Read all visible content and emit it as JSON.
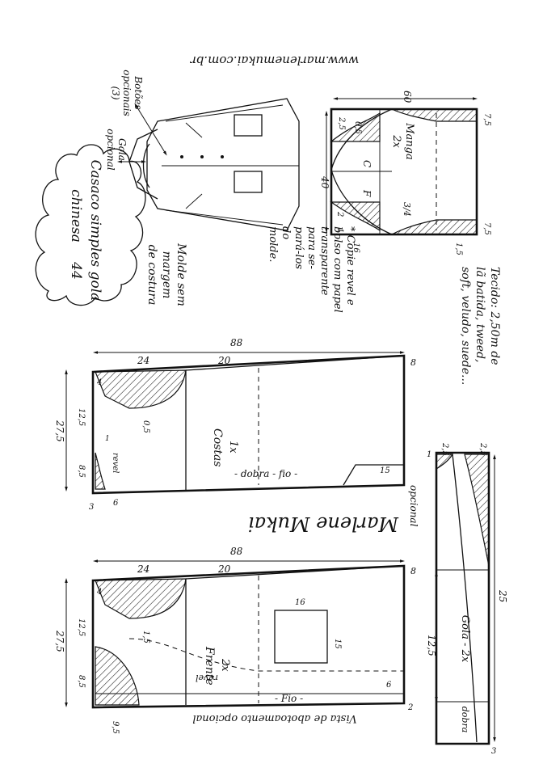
{
  "title": {
    "line1": "Casaco simples gola",
    "line2": "chinesa",
    "size": "44"
  },
  "website": "www.marlenemukai.com.br",
  "notes": {
    "molde": [
      "Molde sem",
      "margem",
      "de costura"
    ],
    "copie": [
      "* Copie revel e",
      "bolso com papel",
      "transparente",
      "para se-",
      "pará-los",
      "do",
      "molde."
    ],
    "tecido": [
      "Tecido: 2,50m de",
      "lã batida, tweed,",
      "soft, veludo, suede..."
    ]
  },
  "illustration": {
    "gola_label": [
      "Gola",
      "opcional"
    ],
    "botoes_label": [
      "Botões",
      "opcionais",
      "(3)"
    ]
  },
  "manga": {
    "name": "Manga",
    "count": "2x",
    "labels": {
      "c": "C",
      "f": "F"
    },
    "dims": {
      "width": "40",
      "length": "60",
      "cap_top": "2,5",
      "cap_mid": "0,5",
      "cap_f": "2",
      "cap_low": "1",
      "bottom": "16",
      "hem_side": "1,5",
      "cuff_a": "7,5",
      "cuff_b": "7,5",
      "quarter": "3/4"
    }
  },
  "costas": {
    "name": "Costas",
    "count": "1x",
    "labels": {
      "dobra": "- dobra - fio -",
      "revel": "revel",
      "opcional": "opcional"
    },
    "dims": {
      "width": "24",
      "length": "88",
      "top": "27,5",
      "seg_a": "12,5",
      "seg_b": "8,5",
      "neck": "3",
      "front": "6",
      "shoulder": "4",
      "armhole": "0,5",
      "hem_in": "20",
      "hem_end": "8",
      "slit": "15",
      "small": "1"
    }
  },
  "frente": {
    "name": "Frente",
    "count": "2x",
    "labels": {
      "fio": "- Fio -",
      "revel": "revel",
      "vista": "Vista de abotoamento opcional"
    },
    "dims": {
      "width": "24",
      "length": "88",
      "top": "27,5",
      "seg_a": "12,5",
      "seg_b": "8,5",
      "neck": "9,5",
      "shoulder": "4",
      "armhole": "1,5",
      "hem_in": "20",
      "hem_end": "8",
      "pocket_w": "16",
      "pocket_h": "15",
      "pocket_in": "6",
      "edge": "2"
    }
  },
  "gola": {
    "name": "Gola - 2x",
    "labels": {
      "dobra": "dobra"
    },
    "dims": {
      "top_a": "2,5",
      "top_b": "2,5",
      "h1": "12,5",
      "h2": "25",
      "end_a": "1",
      "end_b": "3"
    }
  },
  "signature": "Marlene Mukai"
}
